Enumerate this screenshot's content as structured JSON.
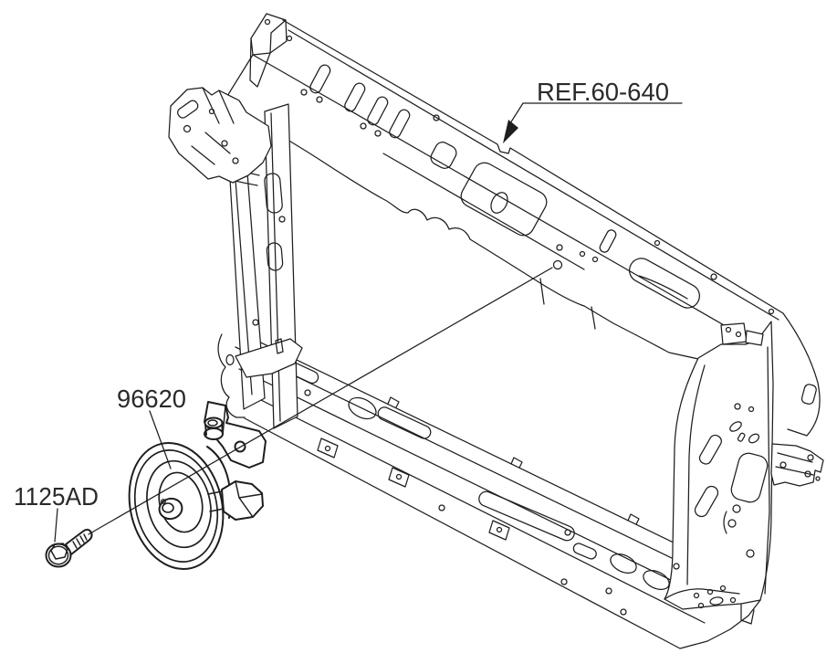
{
  "page": {
    "background": "#ffffff"
  },
  "diagram": {
    "line_color": "#1e1e1e",
    "text_color": "#2a2a2a",
    "labels": {
      "ref_panel": "REF.60-640",
      "horn": "96620",
      "bolt": "1125AD"
    }
  }
}
